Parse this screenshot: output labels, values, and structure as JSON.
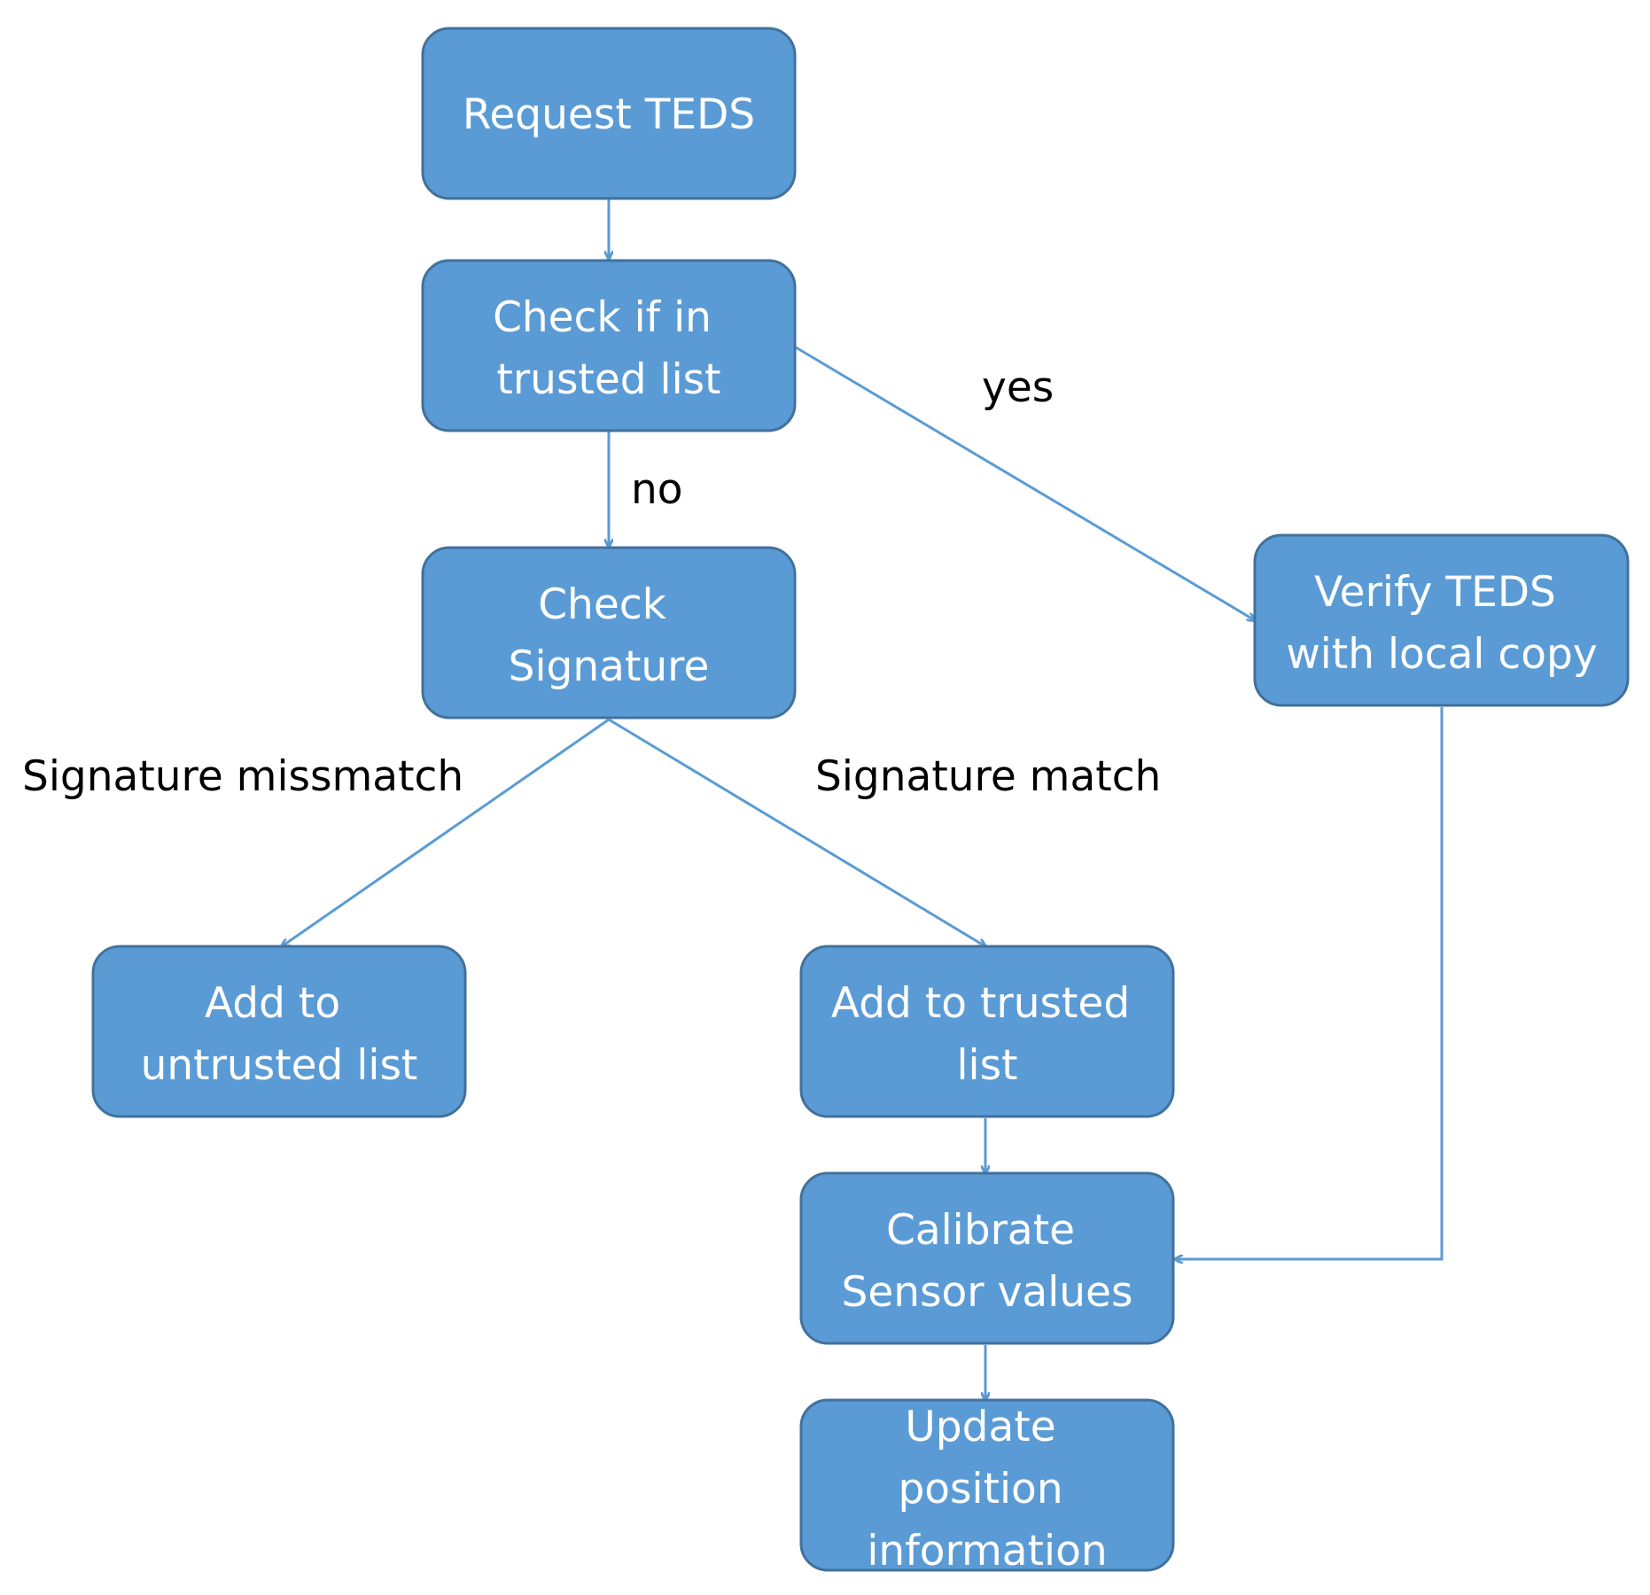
{
  "colors": {
    "node_fill": "#5b9bd5",
    "node_border": "#41719c",
    "node_text": "#ffffff",
    "edge": "#5b9bd5",
    "label_text": "#000000",
    "background": "#ffffff"
  },
  "nodes": {
    "request_teds": [
      "Request TEDS"
    ],
    "check_trusted": [
      "Check if in",
      "trusted list"
    ],
    "check_signature": [
      "Check",
      "Signature"
    ],
    "verify_teds": [
      "Verify TEDS",
      "with local copy"
    ],
    "add_untrusted": [
      "Add to",
      "untrusted list"
    ],
    "add_trusted": [
      "Add to trusted",
      "list"
    ],
    "calibrate": [
      "Calibrate",
      "Sensor values"
    ],
    "update_position": [
      "Update",
      "position",
      "information"
    ]
  },
  "edge_labels": {
    "yes": "yes",
    "no": "no",
    "signature_mismatch": "Signature missmatch",
    "signature_match": "Signature match"
  }
}
